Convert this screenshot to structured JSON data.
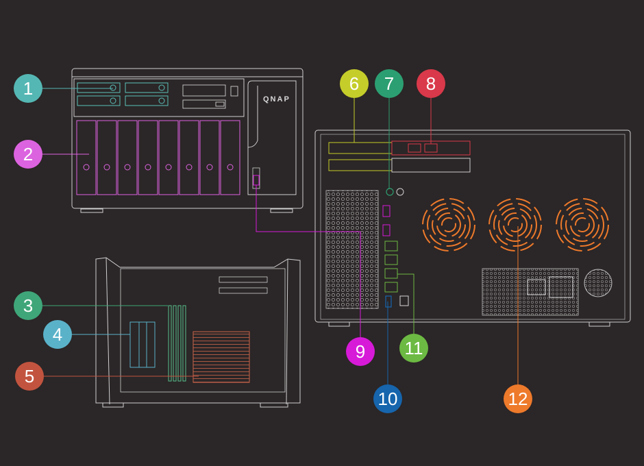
{
  "brand": "QNAP",
  "callouts": [
    {
      "label": "1",
      "color": "#55b7b3"
    },
    {
      "label": "2",
      "color": "#dc63e0"
    },
    {
      "label": "3",
      "color": "#3fa679"
    },
    {
      "label": "4",
      "color": "#5ab2c9"
    },
    {
      "label": "5",
      "color": "#c2543f"
    },
    {
      "label": "6",
      "color": "#c5cd2a"
    },
    {
      "label": "7",
      "color": "#2c9f72"
    },
    {
      "label": "8",
      "color": "#d9394a"
    },
    {
      "label": "9",
      "color": "#d61ad8"
    },
    {
      "label": "10",
      "color": "#1665ad"
    },
    {
      "label": "11",
      "color": "#6cba43"
    },
    {
      "label": "12",
      "color": "#ee7a2b"
    }
  ]
}
